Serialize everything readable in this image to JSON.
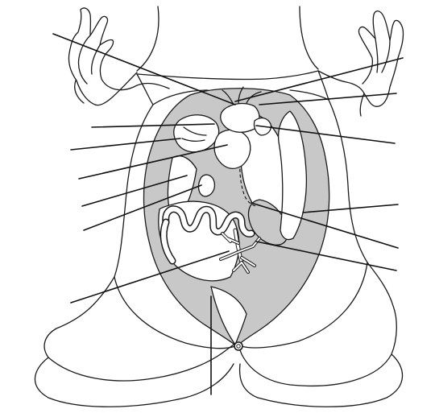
{
  "figure": {
    "label_text": []
  },
  "colors": {
    "body_fill": "#ffffff",
    "line": "#1a1a1a",
    "cavity_fill": "#c8c8c8",
    "leader_line": "#111111"
  },
  "structures": [
    "body-outline",
    "left-forelimb",
    "right-forelimb",
    "left-hindlimb",
    "right-hindlimb",
    "body-cavity",
    "heart",
    "lungs",
    "liver",
    "stomach",
    "small-intestine",
    "mesentery",
    "cloaca-opening"
  ],
  "label_lines_count": 14
}
